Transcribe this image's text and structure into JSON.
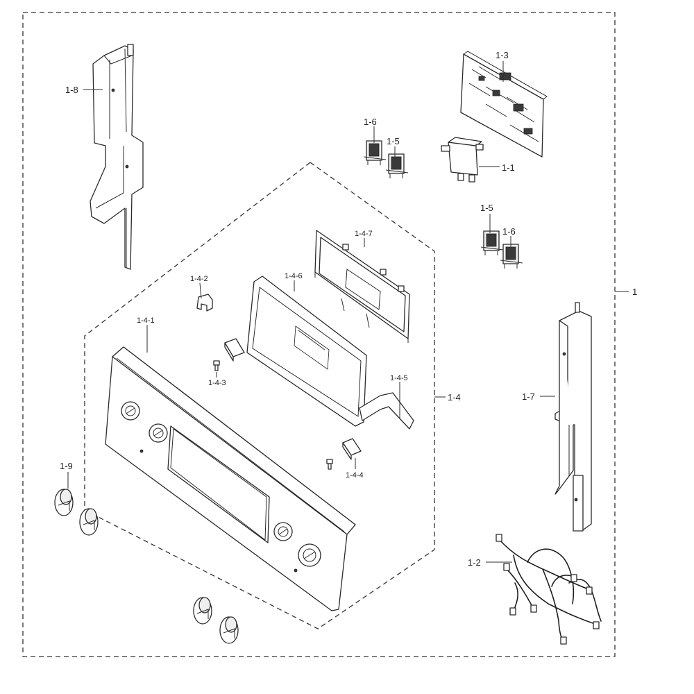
{
  "diagram": {
    "labels": {
      "assembly": "1",
      "sub_assembly": "1-4",
      "l_1_1": "1-1",
      "l_1_2": "1-2",
      "l_1_3": "1-3",
      "l_1_5_top": "1-5",
      "l_1_6_top": "1-6",
      "l_1_5_bottom": "1-5",
      "l_1_6_bottom": "1-6",
      "l_1_7": "1-7",
      "l_1_8": "1-8",
      "l_1_9": "1-9",
      "l_1_4_1": "1-4-1",
      "l_1_4_2": "1-4-2",
      "l_1_4_3": "1-4-3",
      "l_1_4_4": "1-4-4",
      "l_1_4_5": "1-4-5",
      "l_1_4_6": "1-4-6",
      "l_1_4_7": "1-4-7"
    },
    "colors": {
      "line": "#2a2a2a",
      "background": "#ffffff"
    }
  }
}
